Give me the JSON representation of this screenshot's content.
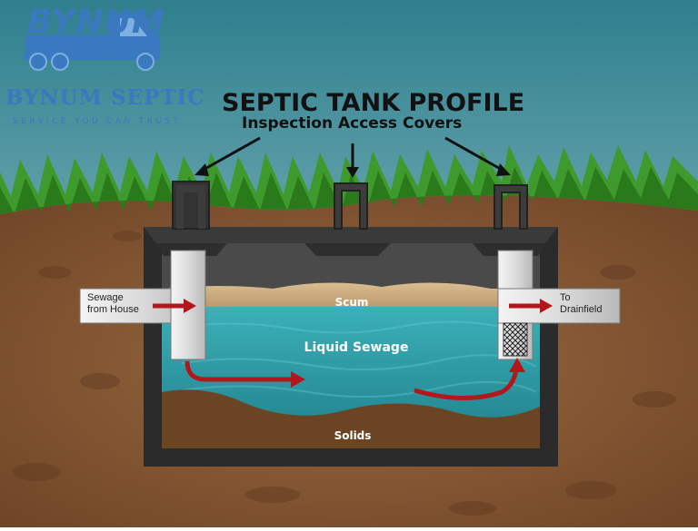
{
  "logo": {
    "wordmark": "BYNUM",
    "company": "BYNUM SEPTIC",
    "tagline": "SERVICE YOU CAN TRUST",
    "truck_icon": "truck-icon"
  },
  "diagram": {
    "title": "SEPTIC TANK PROFILE",
    "subtitle": "Inspection Access Covers",
    "inlet_label": [
      "Sewage",
      "from House"
    ],
    "outlet_label": [
      "To",
      "Drainfield"
    ],
    "layers": {
      "scum": "Scum",
      "liquid": "Liquid Sewage",
      "solids": "Solids"
    },
    "access_cover_count": 3
  },
  "colors": {
    "sky_top": "#2f7f8e",
    "sky_bottom": "#a9d2d3",
    "soil": "#8a5a35",
    "grass": "#3e9a2c",
    "tank_wall": "#2b2b2b",
    "water": "#2a9aa6",
    "scum": "#c9a878",
    "solids": "#6b4424",
    "flow_arrow": "#b3171b",
    "brand_blue": "#3a78c0"
  }
}
